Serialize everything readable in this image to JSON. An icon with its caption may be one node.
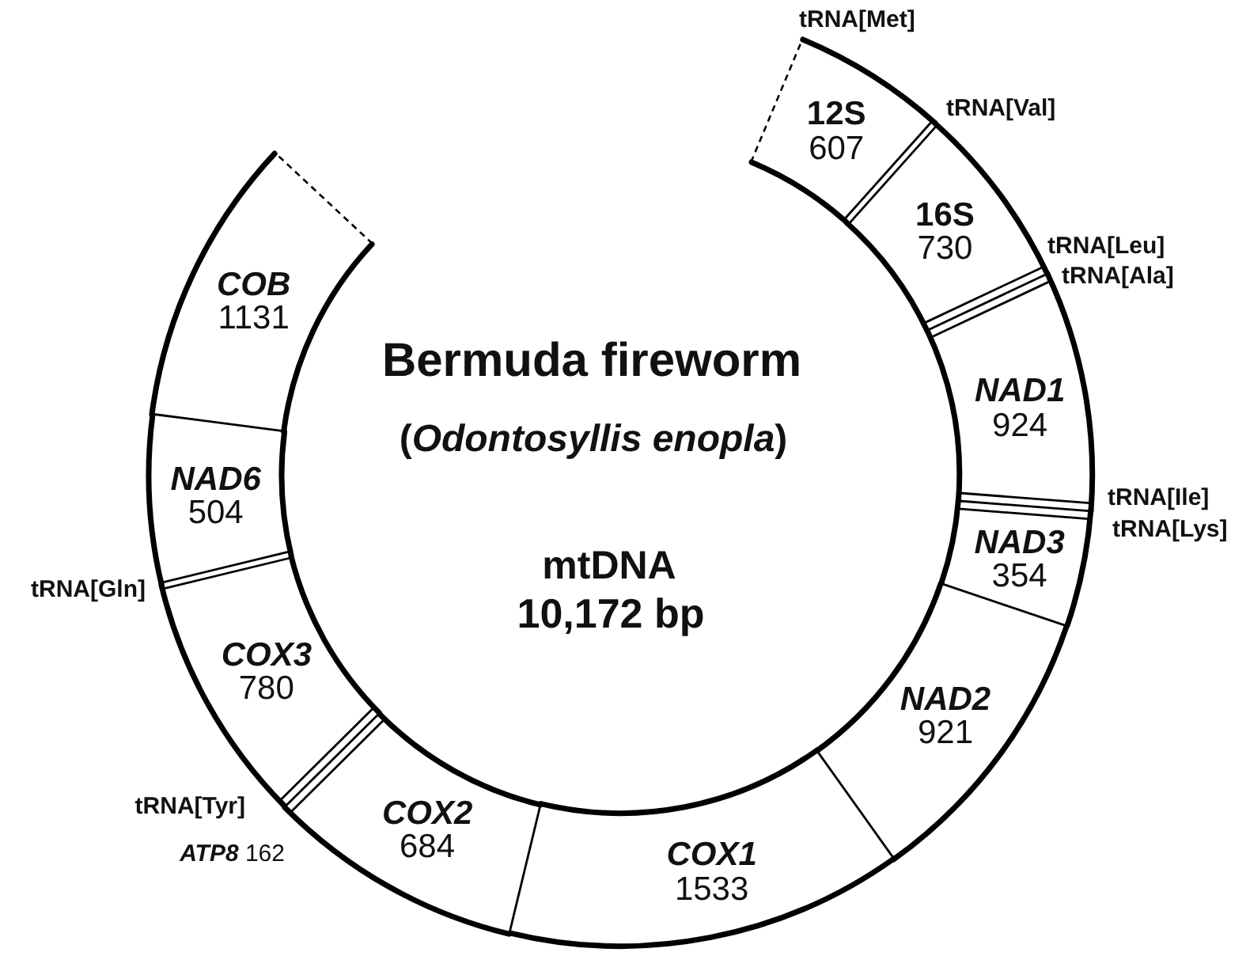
{
  "diagram": {
    "title": "Bermuda fireworm",
    "nodes": [
      {
        "text": [
          "12S",
          "607"
        ]
      },
      {
        "text": [
          "16S",
          "730"
        ]
      },
      {
        "text": [
          "NAD1",
          "924"
        ]
      },
      {
        "text": [
          "NAD3",
          "354"
        ]
      },
      {
        "text": [
          "NAD2",
          "921"
        ]
      },
      {
        "text": [
          "COX1",
          "1533"
        ]
      },
      {
        "text": [
          "COX2",
          "684"
        ]
      },
      {
        "text": [
          "COX3",
          "780"
        ]
      },
      {
        "text": [
          "NAD6",
          "504"
        ]
      },
      {
        "text": [
          "COB",
          "1131"
        ]
      }
    ],
    "labels": [
      "(*Odontosyllis enopla*)",
      "mtDNA",
      "10,172 bp",
      "tRNA[Met]",
      "tRNA[Val]",
      "tRNA[Leu]",
      "tRNA[Ala]",
      "tRNA[Ile]",
      "tRNA[Lys]",
      "tRNA[Gln]",
      "tRNA[Tyr]",
      "*ATP8* 162"
    ]
  }
}
